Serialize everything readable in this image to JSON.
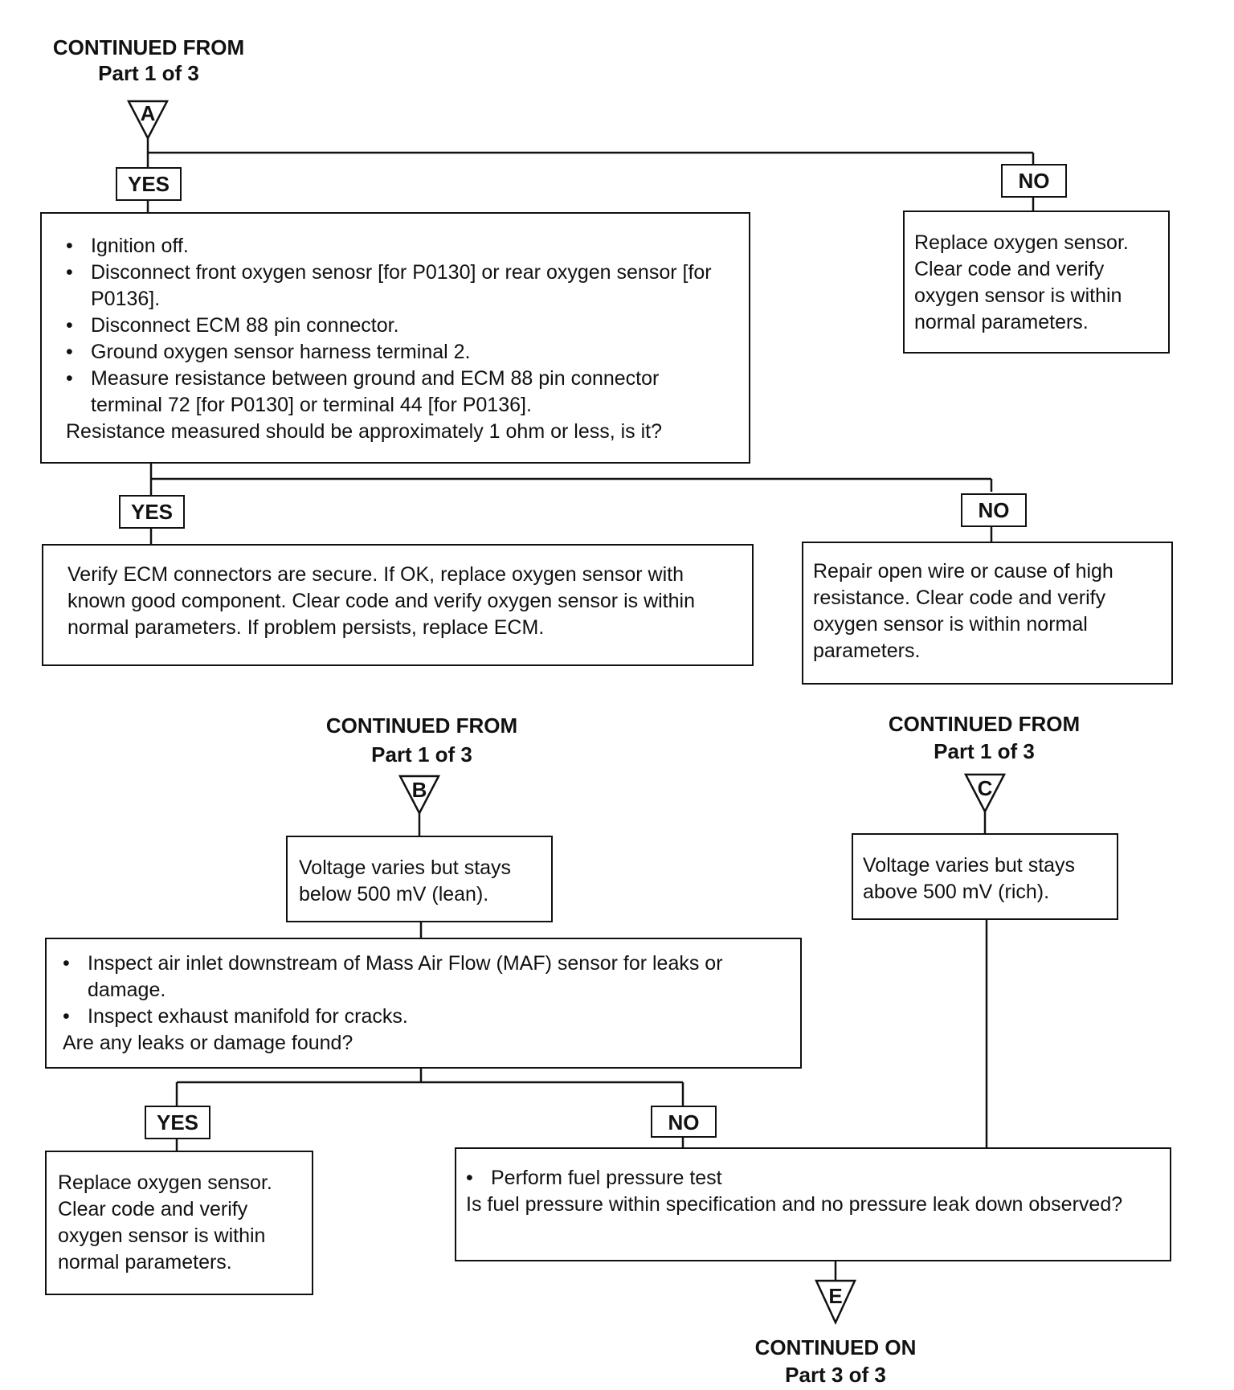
{
  "top": {
    "header": "CONTINUED FROM",
    "part": "Part 1 of 3",
    "connector": "A",
    "yes": "YES",
    "no": "NO",
    "check_box": {
      "items": [
        "Ignition off.",
        "Disconnect front oxygen senosr [for P0130] or rear oxygen sensor [for P0136].",
        "Disconnect ECM 88 pin connector.",
        "Ground oxygen sensor harness terminal 2.",
        "Measure resistance between ground and ECM 88 pin connector terminal 72 [for P0130] or terminal 44 [for P0136]."
      ],
      "question": "Resistance measured should be approximately 1 ohm or less, is it?"
    },
    "no_box": "Replace oxygen sensor. Clear code and verify oxygen sensor is within normal parameters.",
    "yes2": "YES",
    "no2": "NO",
    "yes2_box": "Verify ECM connectors are secure. If OK, replace oxygen sensor with known good component. Clear code and verify  oxygen sensor is within normal parameters. If problem persists, replace ECM.",
    "no2_box": "Repair open wire or cause of high resistance. Clear code and verify oxygen sensor is within normal parameters."
  },
  "b_branch": {
    "header": "CONTINUED FROM",
    "part": "Part 1 of 3",
    "connector": "B",
    "voltage_box": "Voltage varies but stays below 500 mV (lean).",
    "inspect_box": {
      "items": [
        "Inspect air inlet downstream of Mass Air Flow (MAF) sensor for leaks or damage.",
        "Inspect exhaust manifold for cracks."
      ],
      "question": "Are any leaks or damage found?"
    },
    "yes": "YES",
    "no": "NO",
    "yes_box": "Replace oxygen sensor. Clear code and verify oxygen sensor is within normal parameters."
  },
  "c_branch": {
    "header": "CONTINUED FROM",
    "part": "Part 1 of 3",
    "connector": "C",
    "voltage_box": "Voltage varies but stays above 500 mV (rich)."
  },
  "fuel": {
    "items": [
      "Perform fuel pressure test"
    ],
    "question": "Is fuel pressure within specification and no pressure leak down observed?"
  },
  "bottom": {
    "connector": "E",
    "header": "CONTINUED ON",
    "part": "Part 3 of 3"
  }
}
